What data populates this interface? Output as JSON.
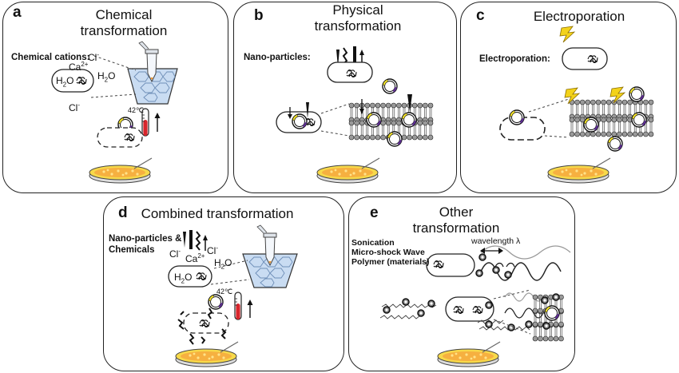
{
  "panels": {
    "a": {
      "label": "a",
      "title_line1": "Chemical",
      "title_line2": "transformation",
      "row_label": "Chemical cations:",
      "ion_cl": "Cl",
      "ion_cl_sup": "-",
      "ion_ca": "Ca",
      "ion_ca_sup": "2+",
      "ion_h2o": "H",
      "ion_h2o_sub": "2",
      "ion_h2o_end": "O",
      "cell_h2o": "H",
      "cell_h2o_sub": "2",
      "cell_h2o_end": "O",
      "ion_cl2": "Cl",
      "ion_cl2_sup": "-",
      "temp": "42℃"
    },
    "b": {
      "label": "b",
      "title_line1": "Physical",
      "title_line2": "transformation",
      "row_label": "Nano-particles:"
    },
    "c": {
      "label": "c",
      "title": "Electroporation",
      "row_label": "Electroporation:"
    },
    "d": {
      "label": "d",
      "title": "Combined transformation",
      "row_label_line1": "Nano-particles &",
      "row_label_line2": "Chemicals",
      "ion_cl_left": "Cl",
      "ion_cl_left_sup": "-",
      "ion_cl_right": "Cl",
      "ion_cl_right_sup": "-",
      "ion_ca": "Ca",
      "ion_ca_sup": "2+",
      "ion_h2o": "H",
      "ion_h2o_sub": "2",
      "ion_h2o_end": "O",
      "cell_h2o": "H",
      "cell_h2o_sub": "2",
      "cell_h2o_end": "O",
      "temp": "42℃"
    },
    "e": {
      "label": "e",
      "title_line1": "Other",
      "title_line2": "transformation",
      "methods": [
        "Sonication",
        "Micro-shock Wave",
        "Polymer (materials)"
      ],
      "wavelength_label": "wavelength λ"
    }
  },
  "colors": {
    "outline": "#222222",
    "bath_blue": "#c9dcf2",
    "thermo_red": "#d8262c",
    "plate_orange": "#f6a23a",
    "plate_yellow": "#f7d94a",
    "plasmid_yellow": "#f3e32a",
    "plasmid_purple": "#5b2d8e",
    "lightning": "#f3d21a"
  }
}
